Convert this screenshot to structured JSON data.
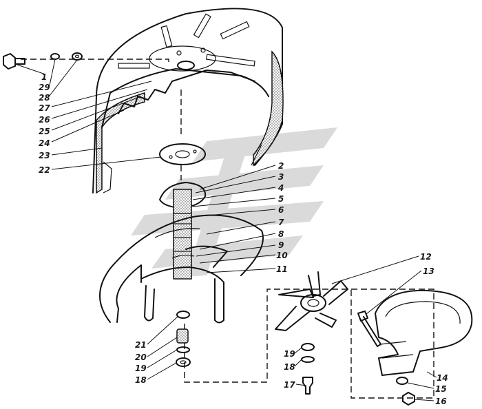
{
  "labels": {
    "l1": "1",
    "l29": "29",
    "l28": "28",
    "l27": "27",
    "l26": "26",
    "l25": "25",
    "l24": "24",
    "l23": "23",
    "l22": "22",
    "l2": "2",
    "l3": "3",
    "l4": "4",
    "l5": "5",
    "l6": "6",
    "l7": "7",
    "l8": "8",
    "l9": "9",
    "l10": "10",
    "l11": "11",
    "l12": "12",
    "l13": "13",
    "l14": "14",
    "l15": "15",
    "l16": "16",
    "l17": "17",
    "l18a": "18",
    "l19a": "19",
    "l18b": "18",
    "l19b": "19",
    "l20": "20",
    "l21": "21"
  },
  "colors": {
    "line": "#111111",
    "watermark": "#d4d4d4",
    "background": "#ffffff"
  }
}
